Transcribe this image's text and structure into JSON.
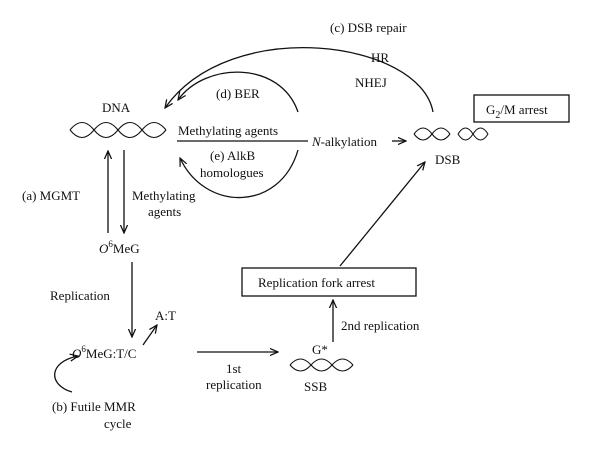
{
  "colors": {
    "ink": "#111111",
    "background": "#ffffff"
  },
  "labels": {
    "dsb_repair": "(c) DSB repair",
    "hr": "HR",
    "nhej": "NHEJ",
    "dna": "DNA",
    "ber": "(d) BER",
    "methylating_agents_center": "Methylating agents",
    "n_alkylation_prefix": "N",
    "n_alkylation_rest": "-alkylation",
    "dsb": "DSB",
    "g2m_prefix": "G",
    "g2m_sub": "2",
    "g2m_rest": "/M arrest",
    "alkb_line1": "(e) AlkB",
    "alkb_line2": "homologues",
    "mgmt": "(a) MGMT",
    "methylating_line1": "Methylating",
    "methylating_line2": "agents",
    "o6meg_o": "O",
    "o6meg_sup": "6",
    "o6meg_rest": "MeG",
    "replication_fork_arrest": "Replication fork arrest",
    "replication": "Replication",
    "at": "A:T",
    "second_replication": "2nd replication",
    "o6megtc_o": "O",
    "o6megtc_sup": "6",
    "o6megtc_rest": "MeG:T/C",
    "first_line1": "1st",
    "first_line2": "replication",
    "gstar": "G*",
    "ssb": "SSB",
    "futile_line1": "(b) Futile MMR",
    "futile_line2": "cycle"
  }
}
